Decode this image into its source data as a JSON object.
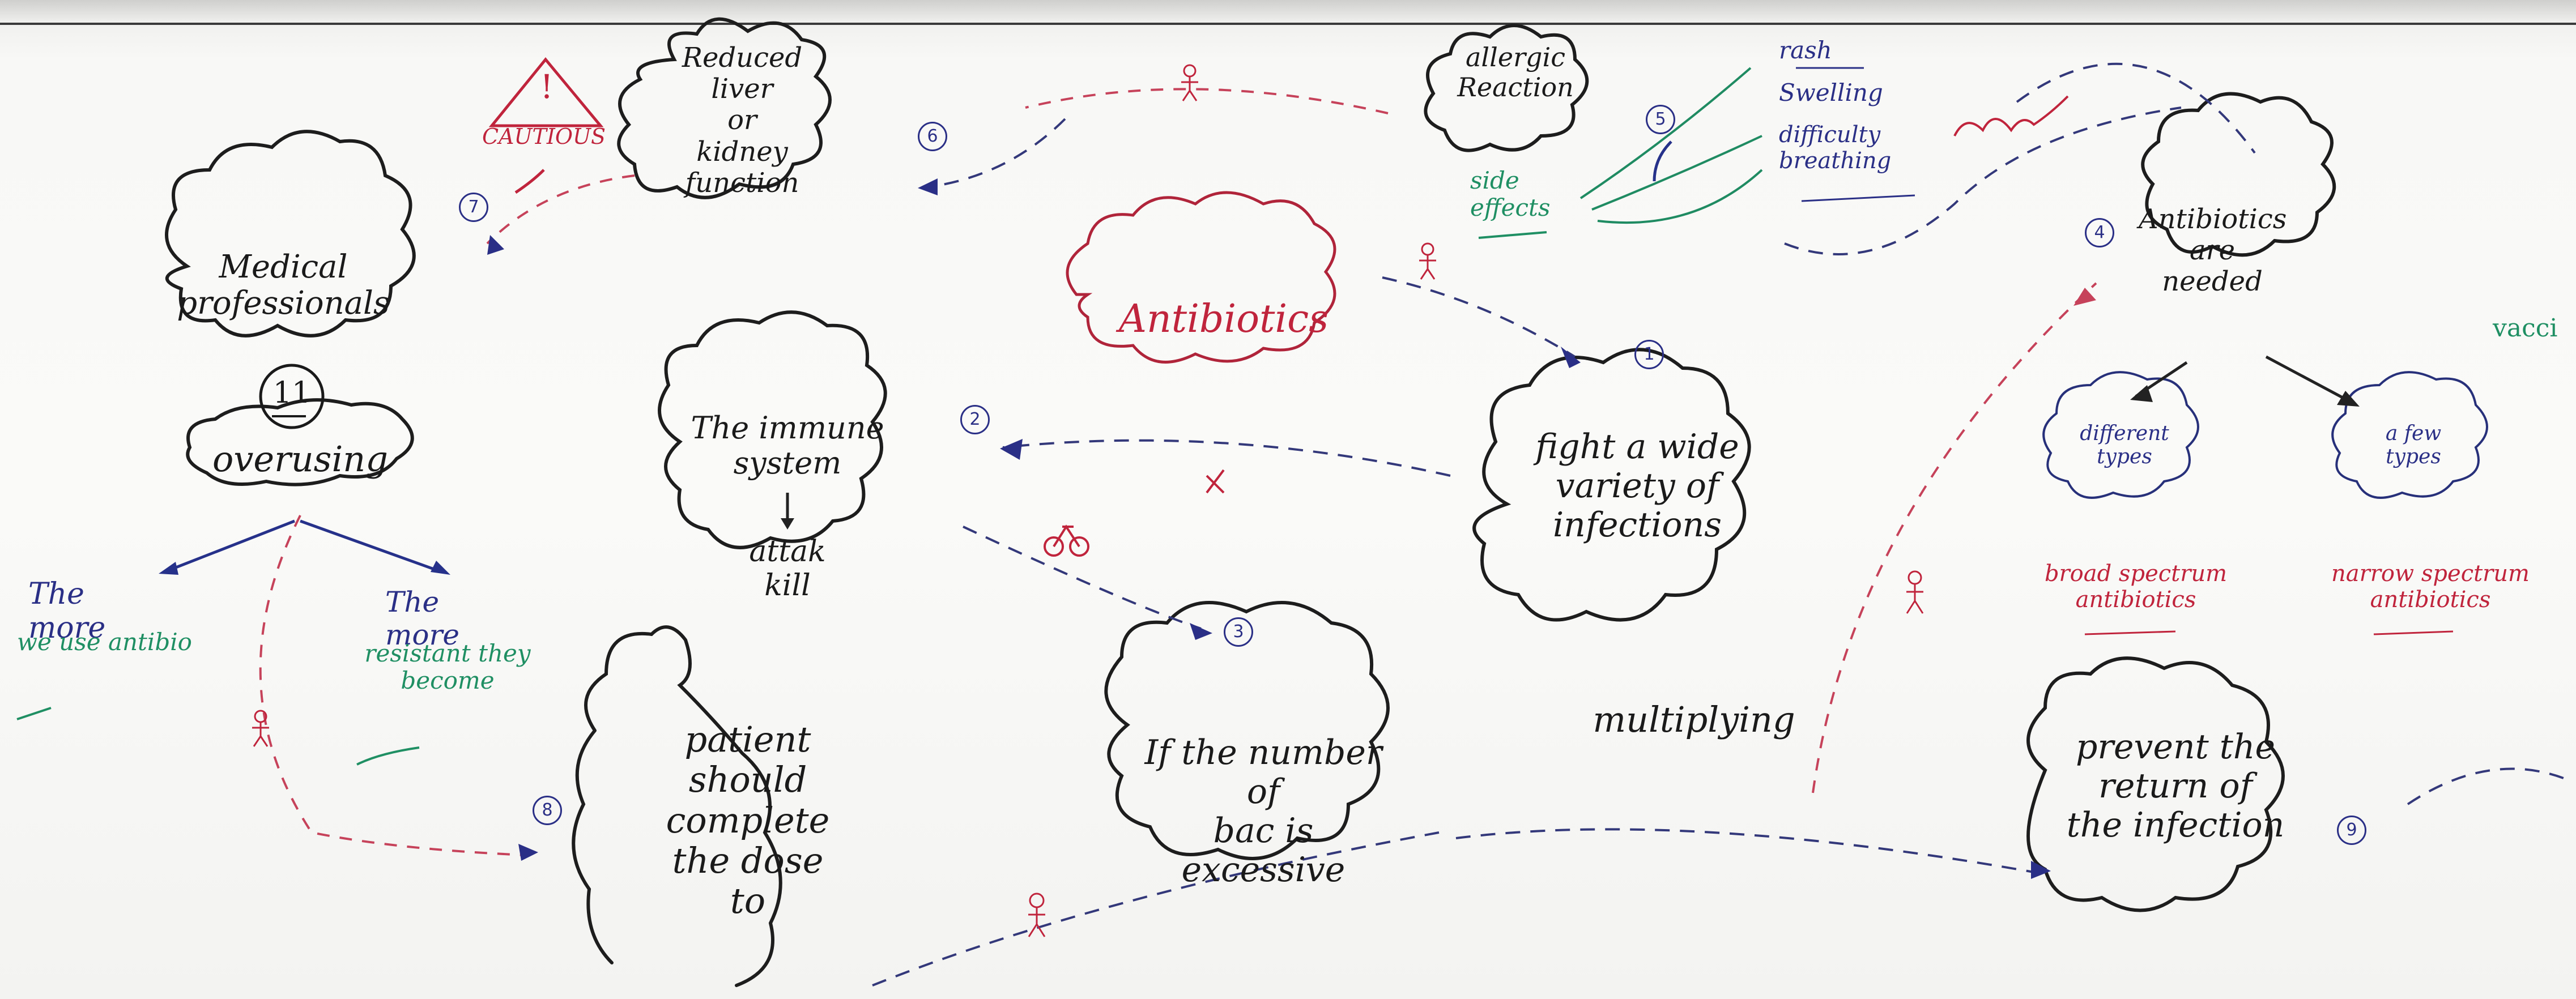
{
  "colors": {
    "ink": "#1a1a1a",
    "red": "#c0243c",
    "blue": "#2a2f86",
    "green": "#1f8f63"
  },
  "caution": {
    "label": "CAUTIOUS",
    "symbol": "!"
  },
  "nodes": {
    "reduced_function": "Reduced\nliver\nor\nkidney\nfunction",
    "allergic": "allergic\nReaction",
    "side_effects": "side\neffects",
    "side_effect_items": [
      "rash",
      "Swelling",
      "difficulty\nbreathing"
    ],
    "antibiotics_needed": "Antibiotics\nare\nneeded",
    "medical": "Medical\nprofessionals",
    "medical_number": "11",
    "overusing": "overusing",
    "antibiotics": "Antibiotics",
    "immune": "The immune\nsystem",
    "attack": "attak\nkill",
    "fight": "fight a wide\nvariety of\ninfections",
    "multiplying": "multiplying",
    "different_types": "different\ntypes",
    "few_types": "a few\ntypes",
    "broad": "broad spectrum\nantibiotics",
    "narrow": "narrow spectrum\nantibiotics",
    "more_use": "The more",
    "more_use_2": "we use antibio",
    "more_resist": "The more",
    "more_resist_2": "resistant they\nbecome",
    "patient": "patient\nshould complete\nthe dose\nto",
    "excessive": "If the number\nof\nbac is\nexcessive",
    "prevent": "prevent the\nreturn of\nthe infection",
    "vacc": "vacci"
  },
  "step_numbers": [
    "1",
    "2",
    "3",
    "4",
    "5",
    "6",
    "7",
    "8",
    "9"
  ]
}
